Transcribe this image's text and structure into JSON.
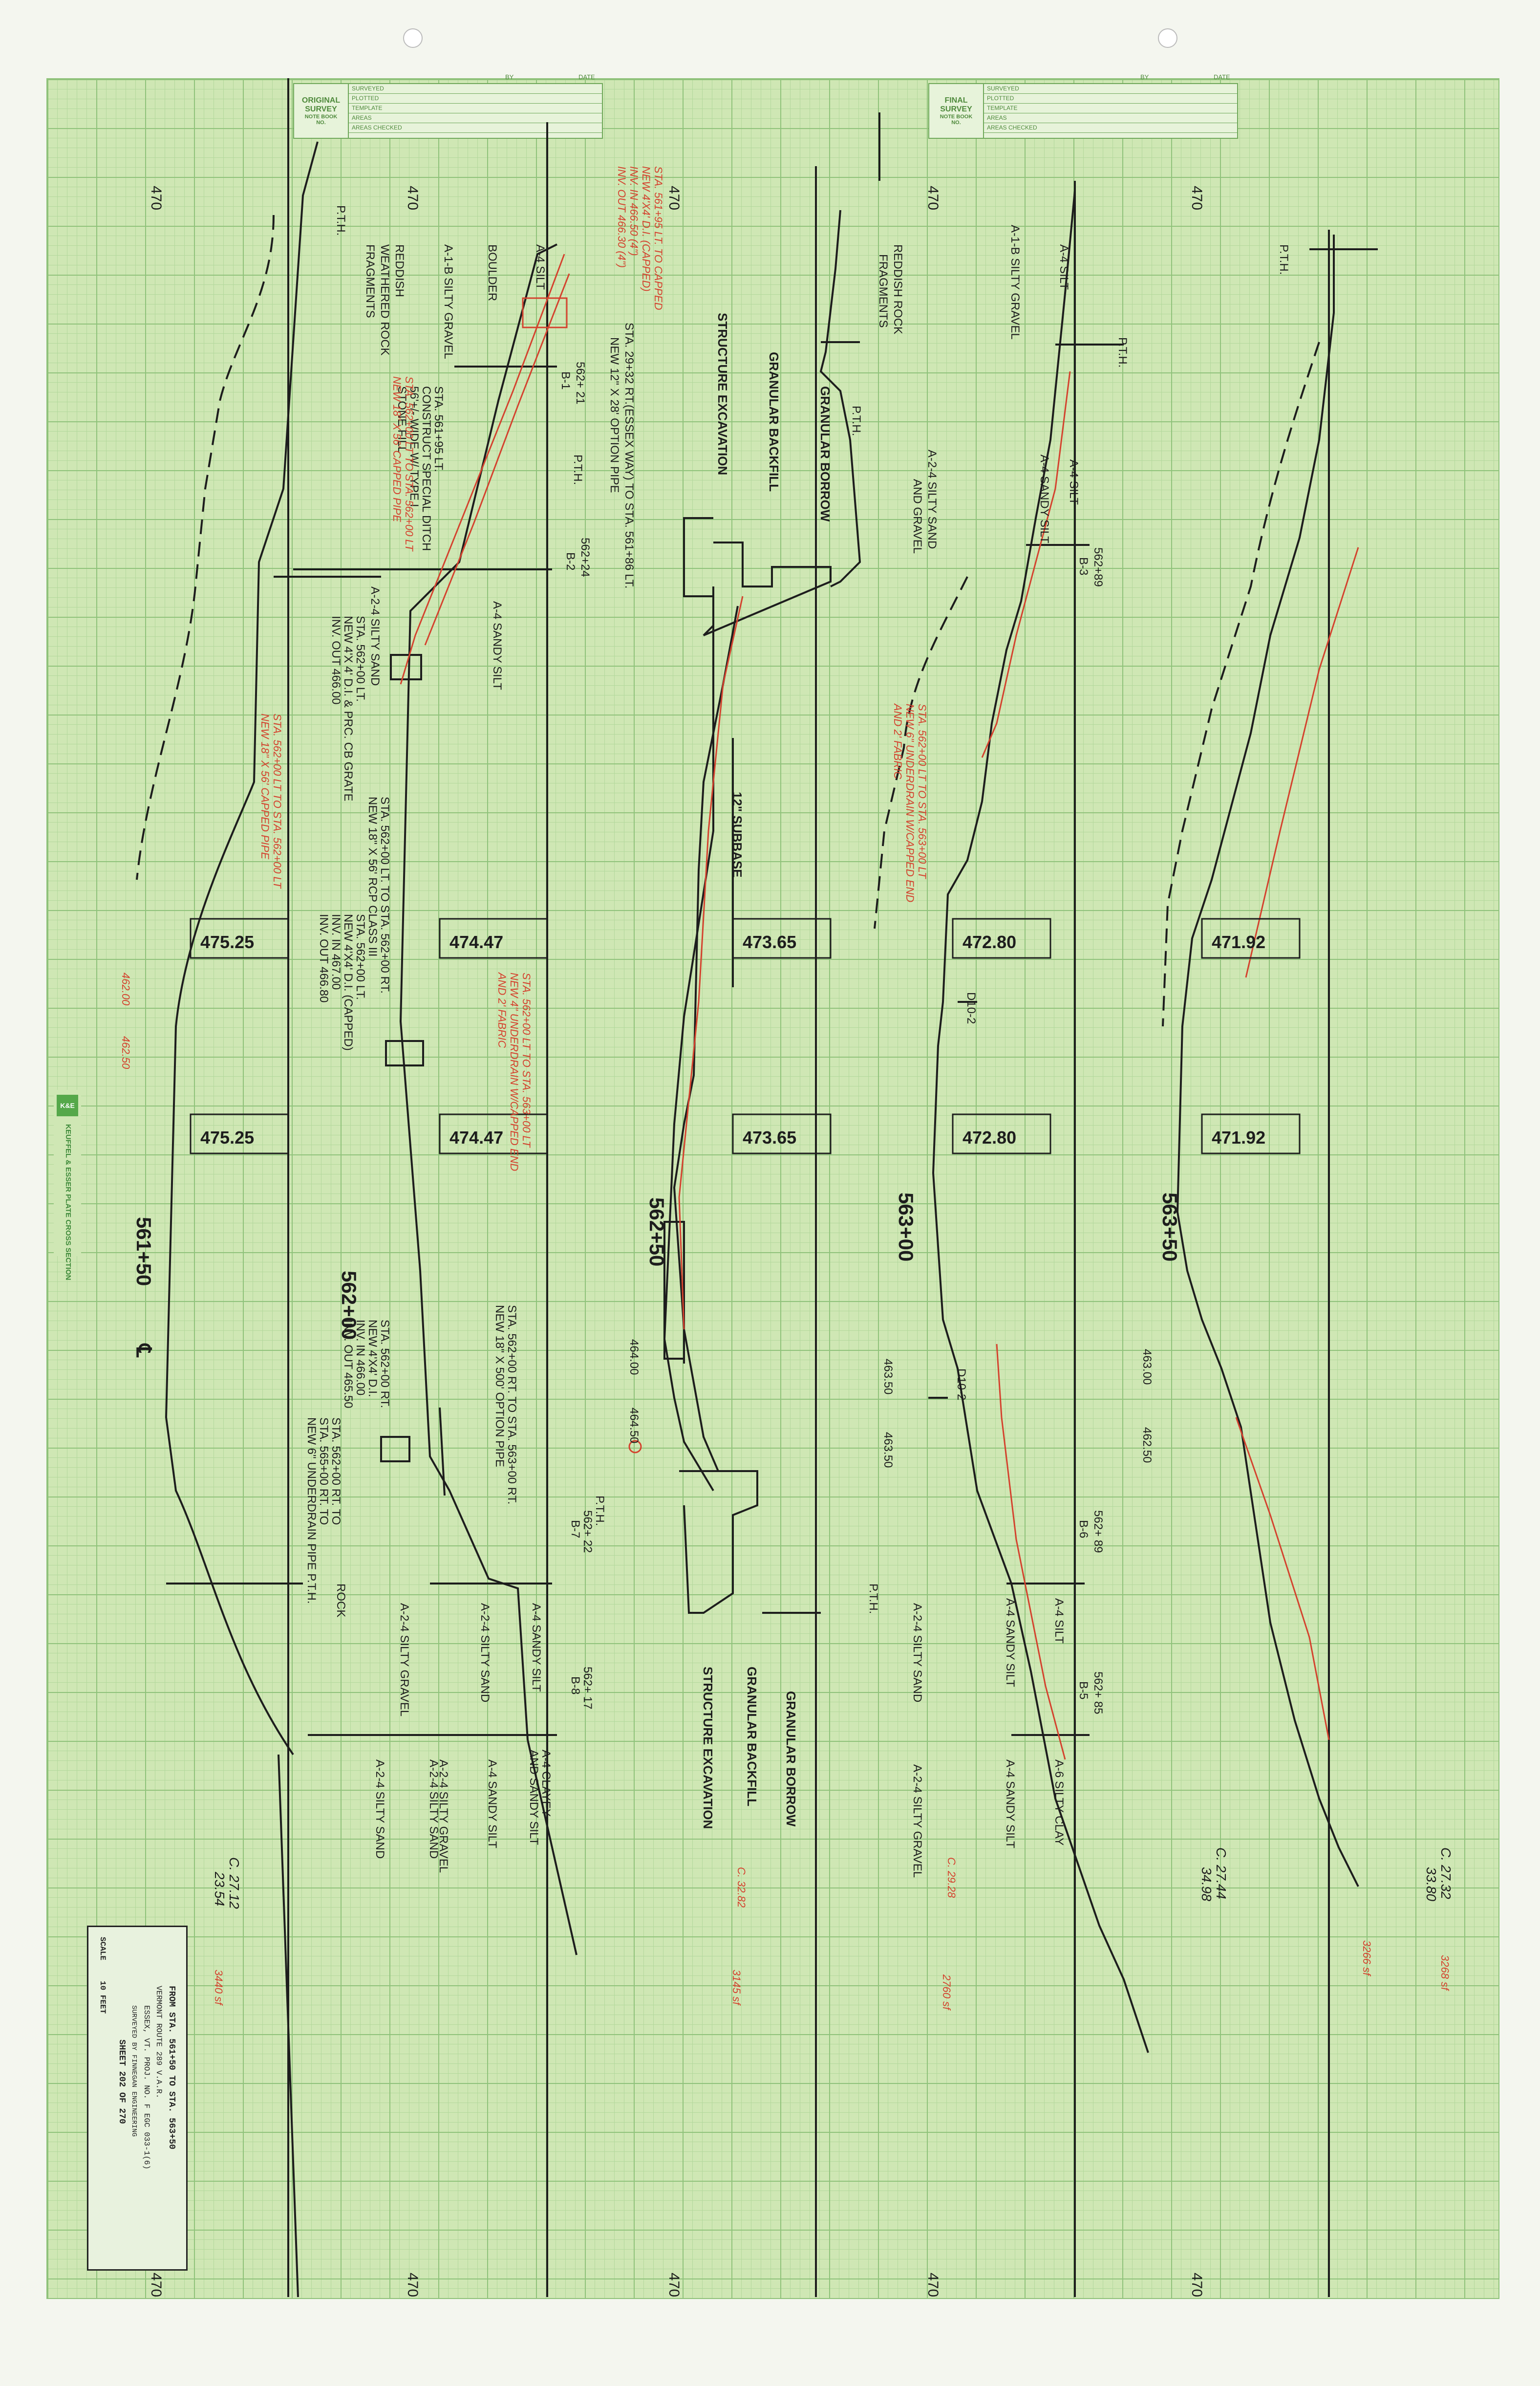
{
  "sheet": {
    "colors": {
      "grid_major": "#8fc27a",
      "grid_minor": "#b3d89c",
      "paper": "#cfe7b4",
      "ink": "#1d1d1d",
      "red": "#d4422e",
      "green_print": "#4f8a3c"
    }
  },
  "title_blocks": {
    "original": {
      "title_line1": "ORIGINAL",
      "title_line2": "SURVEY",
      "note_book": "NOTE BOOK",
      "no": "NO.",
      "by": "BY",
      "date": "DATE",
      "rows": [
        "SURVEYED",
        "PLOTTED",
        "TEMPLATE",
        "AREAS",
        "AREAS CHECKED"
      ]
    },
    "final": {
      "title_line1": "FINAL",
      "title_line2": "SURVEY",
      "note_book": "NOTE BOOK",
      "no": "NO.",
      "by": "BY",
      "date": "DATE",
      "rows": [
        "SURVEYED",
        "PLOTTED",
        "TEMPLATE",
        "AREAS",
        "AREAS CHECKED"
      ]
    }
  },
  "edge_elevations": [
    "470",
    "470",
    "470",
    "470",
    "470"
  ],
  "sections": [
    {
      "station": "561+50",
      "cl_mark": "℄",
      "grade_upper": "475.25",
      "grade_lower": "475.25"
    },
    {
      "station": "562+00",
      "grade_upper": "474.47",
      "grade_lower": "474.47"
    },
    {
      "station": "562+50",
      "grade_upper": "473.65",
      "grade_lower": "473.65"
    },
    {
      "station": "563+00",
      "grade_upper": "472.80",
      "grade_lower": "472.80"
    },
    {
      "station": "563+50",
      "grade_upper": "471.92",
      "grade_lower": "471.92"
    }
  ],
  "labels": {
    "pth": "P.T.H.",
    "a4_silt": "A-4  SILT",
    "boulder": "BOULDER",
    "a1b_silty_gravel": "A-1-B SILTY GRAVEL",
    "reddish_weathered": "REDDISH",
    "weathered_rock": "WEATHERED ROCK",
    "fragments": "FRAGMENTS",
    "reddish_rock": "REDDISH ROCK",
    "fragments2": "FRAGMENTS",
    "boring_b1": "562+ 21",
    "boring_b1_id": "B-1",
    "boring_b2": "562+24",
    "boring_b2_id": "B-2",
    "boring_b3": "562+89",
    "boring_b3_id": "B-3",
    "boring_b7": "562+ 22",
    "boring_b7_id": "B-7",
    "boring_b8": "562+ 17",
    "boring_b8_id": "B-8",
    "boring_b6": "562+ 89",
    "boring_b6_id": "B-6",
    "boring_b5": "562+ 85",
    "boring_b5_id": "B-5",
    "structure_excavation": "STRUCTURE  EXCAVATION",
    "granular_backfill": "GRANULAR  BACKFILL",
    "granular_borrow": "GRANULAR  BORROW",
    "subbase": "12\" SUBBASE",
    "pipe_essex": "STA. 29+32 RT.(ESSEX WAY) TO STA. 561+86 LT.",
    "pipe_essex_2": "NEW 12\" X 28' OPTION PIPE",
    "special_ditch_1": "STA. 561+95 LT.",
    "special_ditch_2": "CONSTRUCT SPECIAL DITCH",
    "special_ditch_3": "56'+/- WIDE W/ TYPE I",
    "special_ditch_4": "STONE FILL",
    "a4_sandy_silt": "A-4  SANDY SILT",
    "a24_silty_sand": "A-2-4  SILTY SAND",
    "a24_silty_sand_gravel": "A-2-4 SILTY SAND",
    "and_gravel": "AND GRAVEL",
    "a1b_silty_gravel_b3": "A-1-B SILTY GRAVEL",
    "a4_sandy_silt_b3": "A-4  SANDY SILT",
    "a4_silt_b3": "A-4  SILT",
    "sta_562_lt_1": "STA. 562+00 LT.",
    "sta_562_lt_2": "NEW 4'X 4' D.I. & PRC. CB GRATE",
    "sta_562_lt_3": "INV. OUT 466.00",
    "rcp_1": "STA. 562+00 LT. TO STA. 562+00 RT.",
    "rcp_2": "NEW 18\" X 56' RCP CLASS III",
    "rcp_3": "STA. 562+00 LT.",
    "rcp_4": "NEW 4'X4' D.I. (CAPPED)",
    "rcp_5": "INV. IN 467.00",
    "rcp_6": "INV. OUT 466.80",
    "rt_1": "STA. 562+00 RT.",
    "rt_2": "NEW 4'X4' D.I.",
    "rt_3": "INV. IN 466.00",
    "rt_4": "INV. OUT 465.50",
    "rt_5": "STA. 562+00 RT. TO",
    "rt_6": "STA. 565+00 RT. TO",
    "rt_7": "NEW 6\" UNDERDRAIN PIPE P.T.H.",
    "opt_1": "STA. 562+00 RT. TO STA. 563+00 RT.",
    "opt_2": "NEW 18\" X 500' OPTION PIPE",
    "rock": "ROCK",
    "a24_silty_gravel": "A-2-4  SILTY GRAVEL",
    "a4_clayey": "A-4 CLAYEY",
    "and_sandy_silt": "AND SANDY SILT",
    "a24_silty_gravel_2": "A-2-4 SILTY GRAVEL",
    "a6_silty_clay": "A-6  SILTY CLAY",
    "d10_2": "D10-2",
    "elev_464_00": "464.00",
    "elev_464_50": "464.50",
    "elev_463_50": "463.50",
    "elev_463_00": "463.00",
    "elev_462_50": "462.50"
  },
  "red_notes": {
    "n1": "STA. 561+95 LT. TO CAPPED",
    "n2": "NEW 4'X4' D.I. (CAPPED)",
    "n3": "INV. IN 466.50 (4\")",
    "n4": "INV. OUT 466.30 (4\")",
    "n5": "STA. 562+00 LT TO STA. 562+00 LT",
    "n6": "NEW 18\" X 56' CAPPED PIPE",
    "n7": "STA. 562+00 LT TO STA. 563+00 LT",
    "n8": "NEW 4\" UNDERDRAIN W/CAPPED END",
    "n9": "AND 2' FABRIC",
    "n10": "STA. 562+00 LT TO STA. 563+00 LT",
    "n11": "NEW 6\" UNDERDRAIN W/CAPPED END",
    "n12": "462.00",
    "n13": "462.50",
    "c1": "C. 27.12",
    "c1b": "23.54",
    "c2": "C. 32.82",
    "c3": "C. 29.28",
    "c4": "C. 27.44",
    "c4b": "34.98",
    "c5": "C. 27.32",
    "c5b": "33.80",
    "a1": "3440 sf",
    "a2": "3145 sf",
    "a3": "2760 sf",
    "a4": "3266 sf",
    "a5": "3268 sf"
  },
  "sidebar": {
    "logo": "K&E",
    "text": "KEUFFEL & ESSER  PLATE CROSS SECTION"
  },
  "title_box": {
    "line1": "FROM STA. 561+50  TO STA. 563+50",
    "line2": "VERMONT ROUTE 289 V.A.R.",
    "line3": "ESSEX, VT. PROJ. NO. F EGC 033-1(6)",
    "line4": "SURVEYED BY FINNEGAN ENGINEERING",
    "line5": "SHEET  202  OF  270",
    "scale_label": "SCALE",
    "scale_value": "10 FEET"
  }
}
